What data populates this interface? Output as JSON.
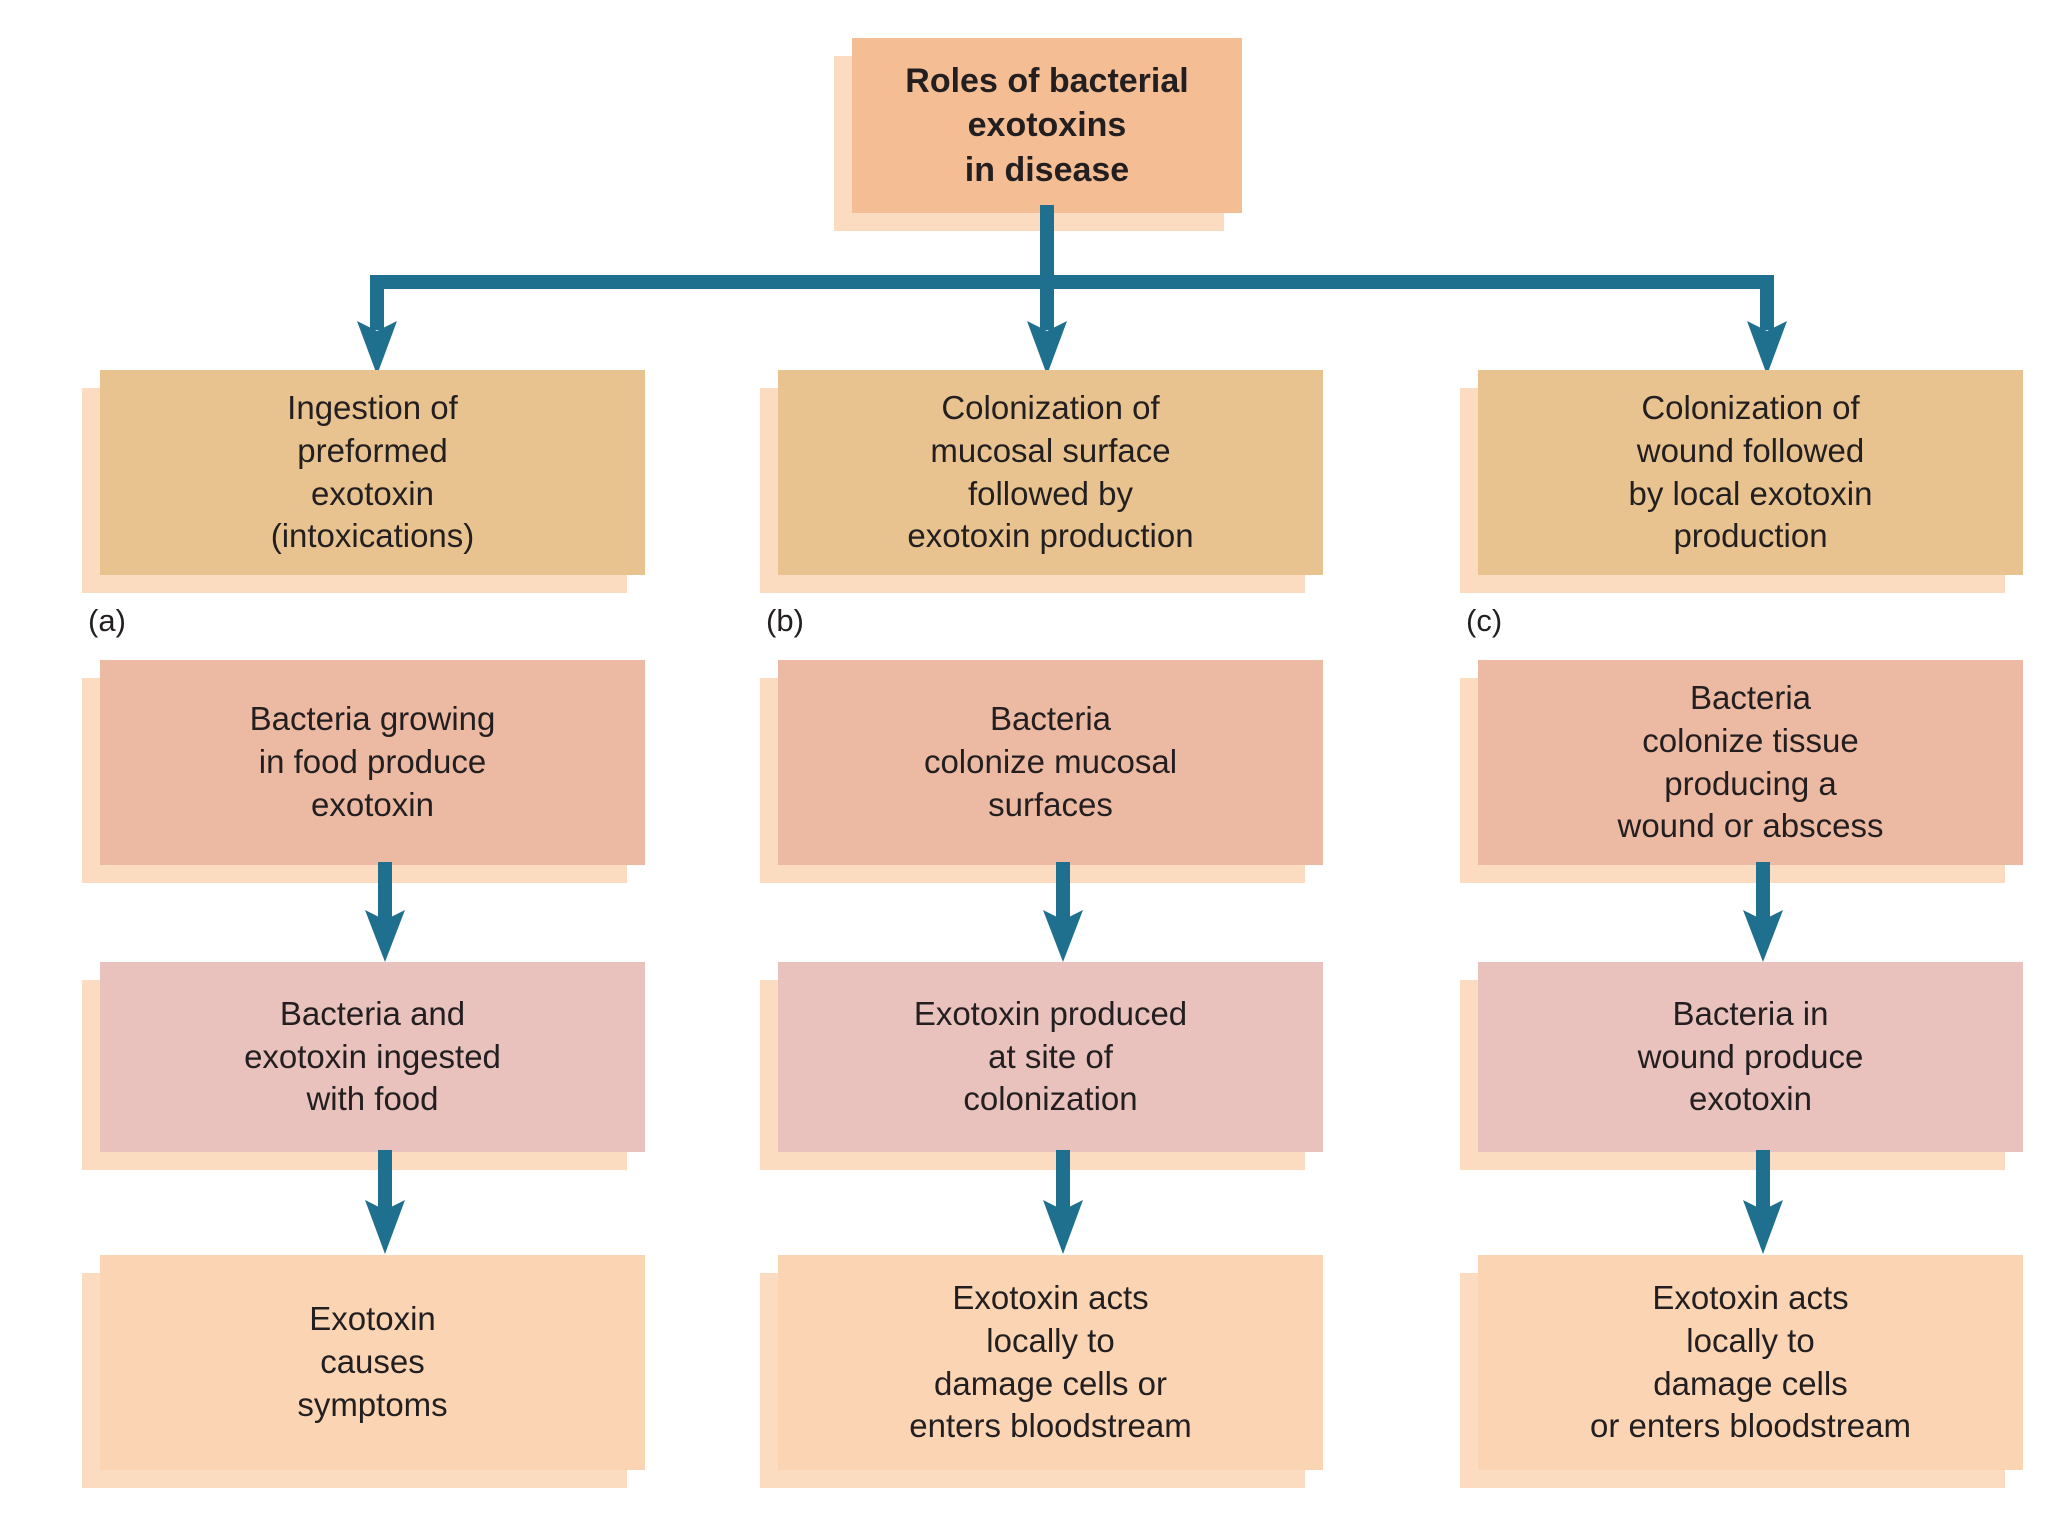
{
  "figure": {
    "title_node": {
      "text": "Roles of bacterial\nexotoxins\nin disease",
      "color": "#f4bd94"
    },
    "colors": {
      "row1": "#e8c390",
      "row2": "#ecb9a3",
      "row3": "#e9c2bd",
      "row4": "#fbd4b4",
      "shadow": "#fbdcc0",
      "connector": "#1f6f8f",
      "text": "#231f20",
      "background": "#ffffff"
    },
    "columns": [
      {
        "caption": "(a)",
        "steps": [
          "Ingestion of\npreformed\nexotoxin\n(intoxications)",
          "Bacteria growing\nin food produce\nexotoxin",
          "Bacteria and\nexotoxin ingested\nwith food",
          "Exotoxin\ncauses\nsymptoms"
        ]
      },
      {
        "caption": "(b)",
        "steps": [
          "Colonization of\nmucosal surface\nfollowed by\nexotoxin production",
          "Bacteria\ncolonize mucosal\nsurfaces",
          "Exotoxin produced\nat site of\ncolonization",
          "Exotoxin acts\nlocally to\ndamage cells or\nenters bloodstream"
        ]
      },
      {
        "caption": "(c)",
        "steps": [
          "Colonization of\nwound followed\nby local exotoxin\nproduction",
          "Bacteria\ncolonize tissue\nproducing a\nwound or abscess",
          "Bacteria in\nwound produce\nexotoxin",
          "Exotoxin acts\nlocally to\ndamage cells\nor enters bloodstream"
        ]
      }
    ]
  }
}
